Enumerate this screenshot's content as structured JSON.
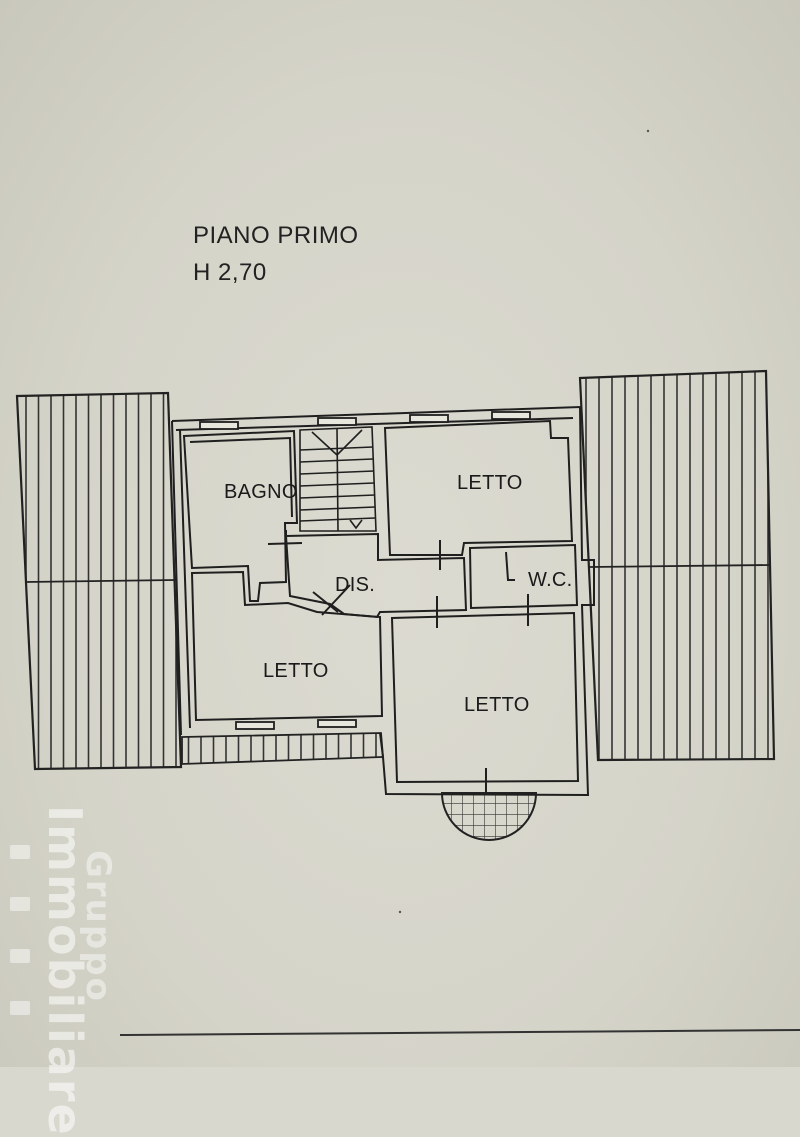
{
  "header": {
    "title": "PIANO PRIMO",
    "height": "H 2,70"
  },
  "rooms": {
    "bagno": "BAGNO",
    "letto_top": "LETTO",
    "dis": "DIS.",
    "wc": "W.C.",
    "letto_left": "LETTO",
    "letto_right": "LETTO"
  },
  "watermark": {
    "line1": "Immobiliare",
    "line2": "Gruppo"
  },
  "colors": {
    "paper": "#d9d8ce",
    "ink": "#1f1f1f"
  }
}
